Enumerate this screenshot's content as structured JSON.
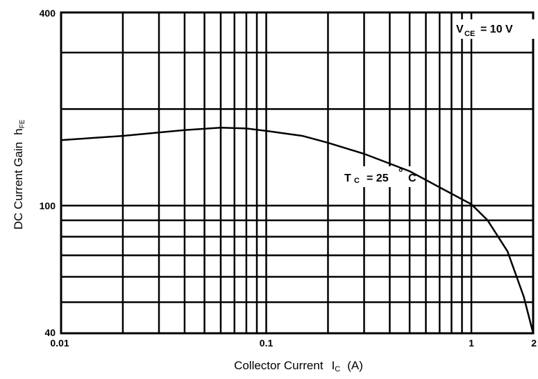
{
  "chart_data": {
    "type": "line",
    "xscale": "log",
    "yscale": "log",
    "xlim": [
      0.01,
      2
    ],
    "ylim": [
      40,
      400
    ],
    "x_ticks": [
      {
        "value": 0.01,
        "label": "0.01"
      },
      {
        "value": 0.1,
        "label": "0.1"
      },
      {
        "value": 1,
        "label": "1"
      },
      {
        "value": 2,
        "label": "2"
      }
    ],
    "y_ticks": [
      {
        "value": 400,
        "label": "400"
      },
      {
        "value": 100,
        "label": "100"
      },
      {
        "value": 40,
        "label": "40"
      }
    ],
    "x_gridlines": [
      0.02,
      0.03,
      0.04,
      0.05,
      0.06,
      0.07,
      0.08,
      0.09,
      0.1,
      0.2,
      0.3,
      0.4,
      0.5,
      0.6,
      0.7,
      0.8,
      0.9,
      1
    ],
    "y_gridlines": [
      50,
      60,
      70,
      80,
      90,
      100,
      200,
      300
    ],
    "grid": true,
    "xlabel_main": "Collector Current",
    "xlabel_sym": "I",
    "xlabel_sub": "C",
    "xlabel_unit": "(A)",
    "ylabel_main": "DC Current Gain",
    "ylabel_sym": "h",
    "ylabel_sub": "FE",
    "annotations": {
      "vce_main": "V",
      "vce_sub": "CE",
      "vce_value": "= 10 V",
      "tc_main": "T",
      "tc_sub": "C",
      "tc_value": "= 25",
      "tc_deg": "°",
      "tc_unit": "C"
    },
    "series": [
      {
        "x": [
          0.01,
          0.02,
          0.04,
          0.06,
          0.08,
          0.1,
          0.15,
          0.2,
          0.3,
          0.5,
          0.7,
          1.0,
          1.2,
          1.5,
          1.8,
          2.0
        ],
        "y": [
          160,
          165,
          172,
          175,
          174,
          171,
          165,
          157,
          145,
          128,
          114,
          101,
          90,
          72,
          52,
          40
        ]
      }
    ]
  }
}
